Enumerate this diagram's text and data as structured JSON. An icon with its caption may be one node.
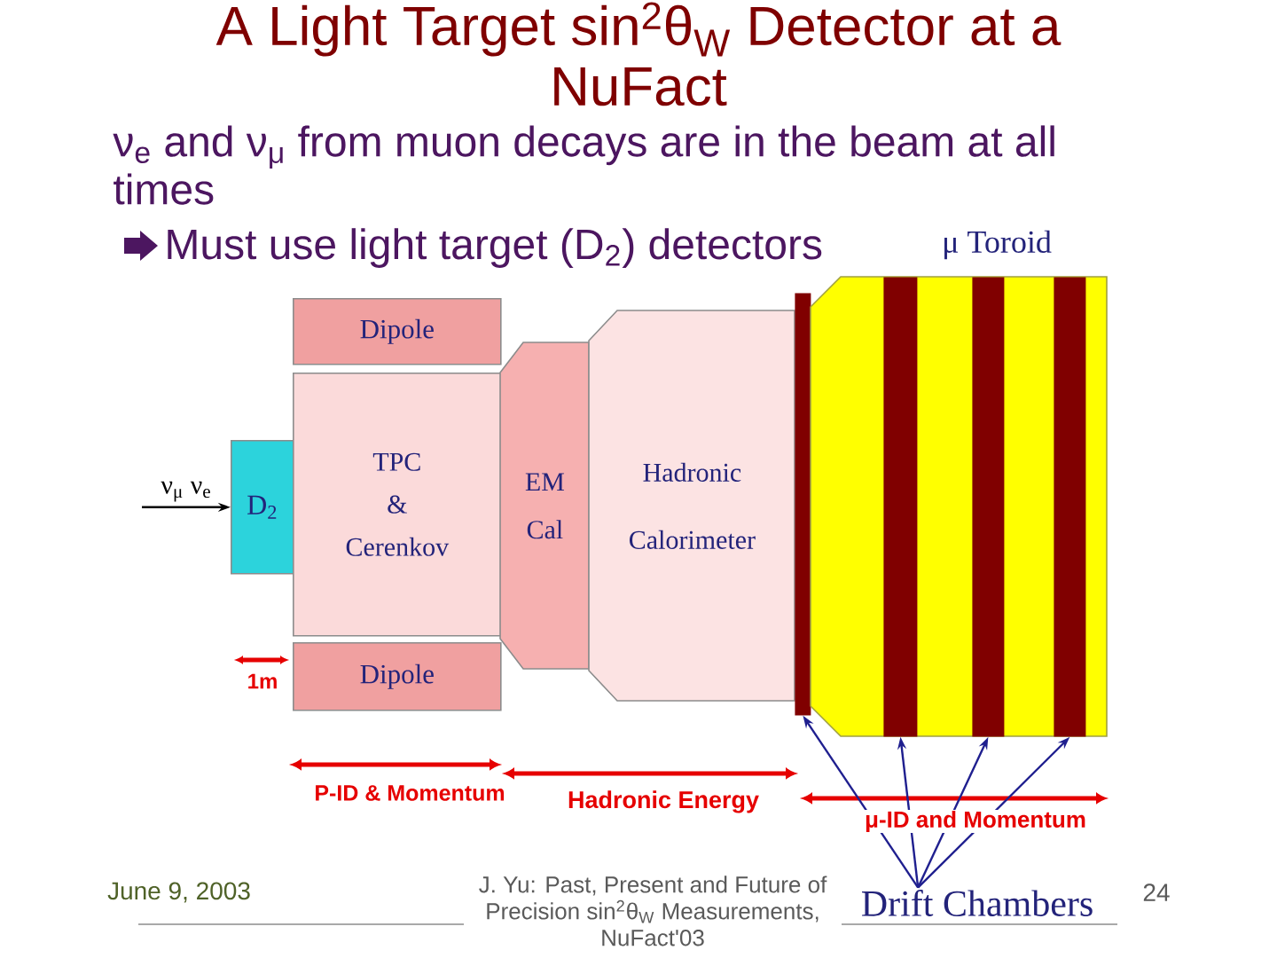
{
  "diagram": {
    "title": "A Light Target sin$^{2}$θ$_{W}$ Detector at a NuFact",
    "nodes": [
      {
        "text": [
          "Dipole"
        ]
      },
      {
        "text": [
          "D$_{2}$"
        ]
      },
      {
        "text": [
          "TPC & Cerenkov"
        ]
      },
      {
        "text": [
          "Dipole"
        ]
      },
      {
        "text": [
          "EM Cal"
        ]
      },
      {
        "text": [
          "Hadronic Calorimeter"
        ]
      },
      {
        "text": [],
        "shape": "bar"
      },
      {
        "text": [
          "μ Toroid"
        ]
      },
      {
        "text": [],
        "shape": "bar",
        "in": 7
      },
      {
        "text": [],
        "shape": "bar",
        "in": 7
      },
      {
        "text": [],
        "shape": "bar",
        "in": 7
      },
      {
        "text": [
          "Drift Chambers"
        ]
      }
    ],
    "edges": [
      {
        "from": null,
        "to": 1,
        "arrow": "to",
        "label": "ν$_{μ}$ ν$_{e}$",
        "color": "#000000"
      },
      {
        "from": 11,
        "to": 6,
        "arrow": "to"
      },
      {
        "from": 11,
        "to": 8,
        "arrow": "to"
      },
      {
        "from": 11,
        "to": 9,
        "arrow": "to"
      },
      {
        "from": 11,
        "to": 10,
        "arrow": "to"
      }
    ],
    "labels": [
      "ν$_{e}$ and ν$_{μ}$ from muon decays are in the beam at all times",
      "Must use light target (D$_{2}$) detectors",
      "1m",
      "P-ID & Momentum",
      "Hadronic Energy",
      "μ-ID and Momentum",
      "June 9, 2003",
      "J. Yu: Past, Present and Future of Precision sin$^{2}$θ$_{W}$ Measurements, NuFact'03",
      "24"
    ]
  }
}
